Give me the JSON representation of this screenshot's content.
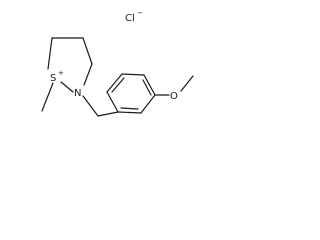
{
  "molecule": {
    "counterion": {
      "symbol": "Cl",
      "charge": "−"
    },
    "sulfonium": {
      "symbol": "S",
      "charge": "+"
    },
    "nitrogen": {
      "symbol": "N"
    },
    "ether_oxygen": {
      "symbol": "O"
    }
  },
  "colors": {
    "bond": "#1a1a1a",
    "label": "#1a1a1a",
    "background": "#ffffff"
  }
}
